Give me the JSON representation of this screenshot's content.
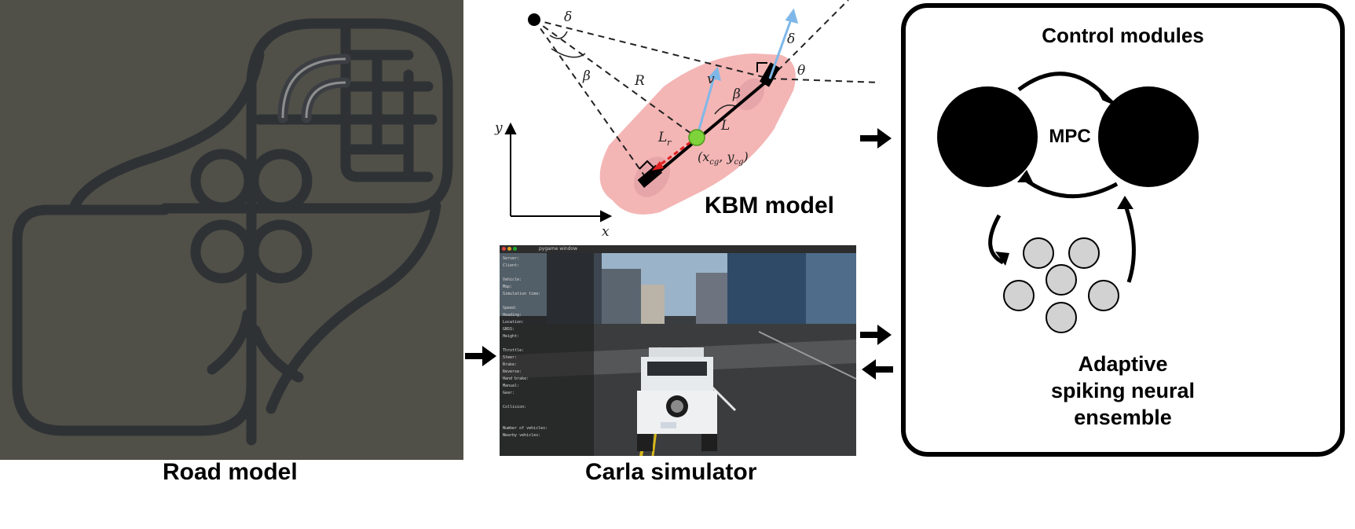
{
  "road_model": {
    "caption": "Road model"
  },
  "carla": {
    "caption": "Carla simulator",
    "window_title": "pygame window",
    "hud_lines": [
      "Server:",
      "Client:",
      "",
      "Vehicle:",
      "Map:",
      "Simulation time:",
      "",
      "Speed:",
      "Heading:",
      "Location:",
      "GNSS:",
      "Height:",
      "",
      "Throttle:",
      "Steer:",
      "Brake:",
      "Reverse:",
      "Hand brake:",
      "Manual:",
      "Gear:",
      "",
      "Collision:",
      "",
      "",
      "Number of vehicles:",
      "Nearby vehicles:"
    ]
  },
  "kbm": {
    "caption": "KBM model",
    "labels": {
      "delta_top": "δ",
      "beta_left": "β",
      "R": "R",
      "v": "v",
      "beta_mid": "β",
      "L": "L",
      "Lr": "L",
      "Lr_sub": "r",
      "delta_front": "δ",
      "theta": "θ",
      "cg": "(x",
      "cg_sub1": "cg",
      "cg_mid": ", y",
      "cg_sub2": "cg",
      "cg_end": ")",
      "y_axis": "y",
      "x_axis": "x"
    }
  },
  "control": {
    "title": "Control modules",
    "center_label": "MPC",
    "ensemble_label_line1": "Adaptive",
    "ensemble_label_line2": "spiking neural",
    "ensemble_label_line3": "ensemble"
  },
  "colors": {
    "road_bg": "#505048",
    "road": "#2f3235",
    "accent_green": "#7fd33a",
    "car_pink": "#f4b5b5",
    "velocity_blue": "#7fb8e8",
    "arrow_red": "#e02020",
    "neuron_gray": "#d2d2d2"
  }
}
